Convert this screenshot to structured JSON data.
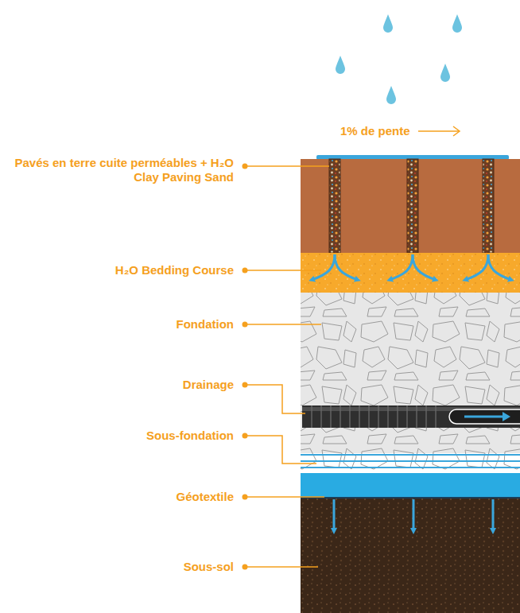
{
  "diagram": {
    "labels": [
      "1% de pente",
      "Pavés en terre cuite perméables + H₂O Clay Paving Sand",
      "H₂O Bedding Course",
      "Fondation",
      "Drainage",
      "Sous-fondation",
      "Géotextile",
      "Sous-sol"
    ]
  }
}
